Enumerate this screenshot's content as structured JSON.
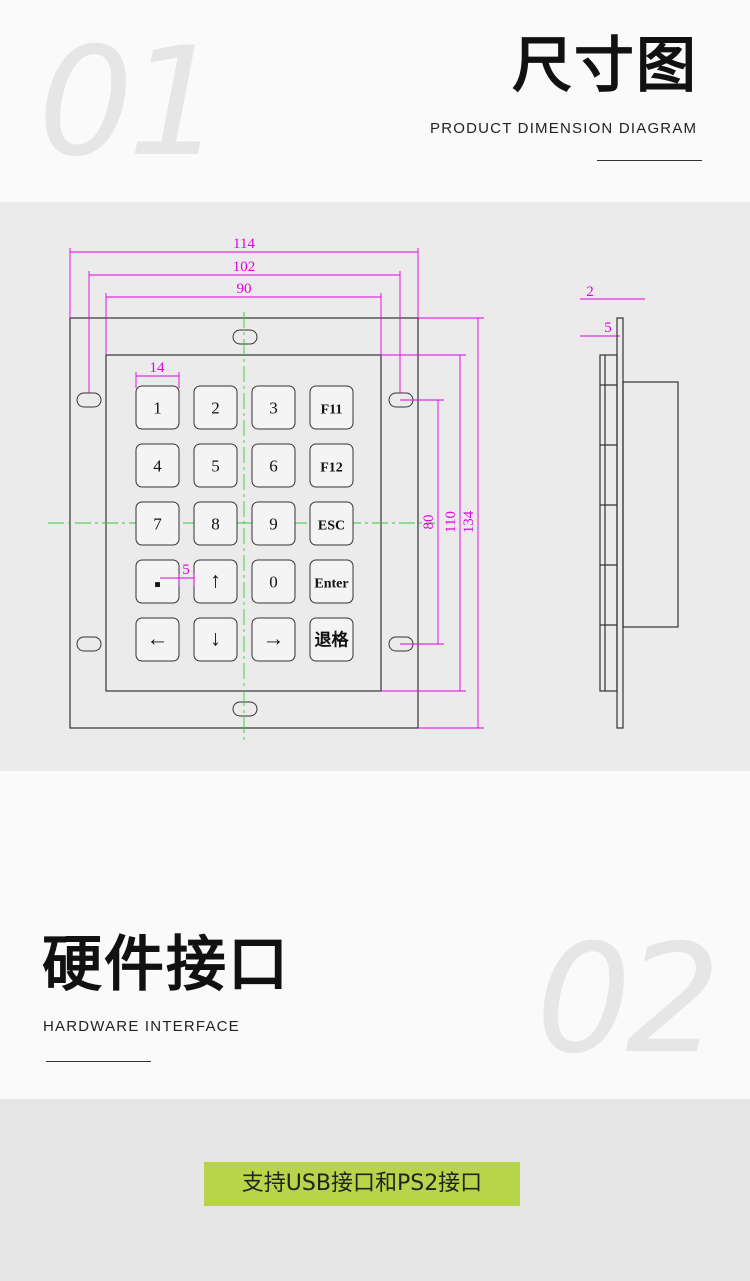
{
  "section1": {
    "number": "01",
    "title_cn": "尺寸图",
    "title_en": "PRODUCT DIMENSION DIAGRAM"
  },
  "diagram": {
    "dimensions": {
      "outer_width": "114",
      "hole_span": "102",
      "key_area_width": "90",
      "key_size": "14",
      "key_gap": "5",
      "hole_pitch": "80",
      "key_area_height": "110",
      "outer_height": "134",
      "side_thickness_a": "2",
      "side_thickness_b": "5"
    },
    "keys": [
      [
        "1",
        "2",
        "3",
        "F11"
      ],
      [
        "4",
        "5",
        "6",
        "F12"
      ],
      [
        "7",
        "8",
        "9",
        "ESC"
      ],
      [
        "■",
        "↑",
        "0",
        "Enter"
      ],
      [
        "←",
        "↓",
        "→",
        "退格"
      ]
    ]
  },
  "section2": {
    "number": "02",
    "title_cn": "硬件接口",
    "title_en": "HARDWARE INTERFACE"
  },
  "interface_tag": "支持USB接口和PS2接口",
  "colors": {
    "accent": "#b8d44a",
    "dimension_line": "#e000e0",
    "center_line": "#33cc33"
  }
}
